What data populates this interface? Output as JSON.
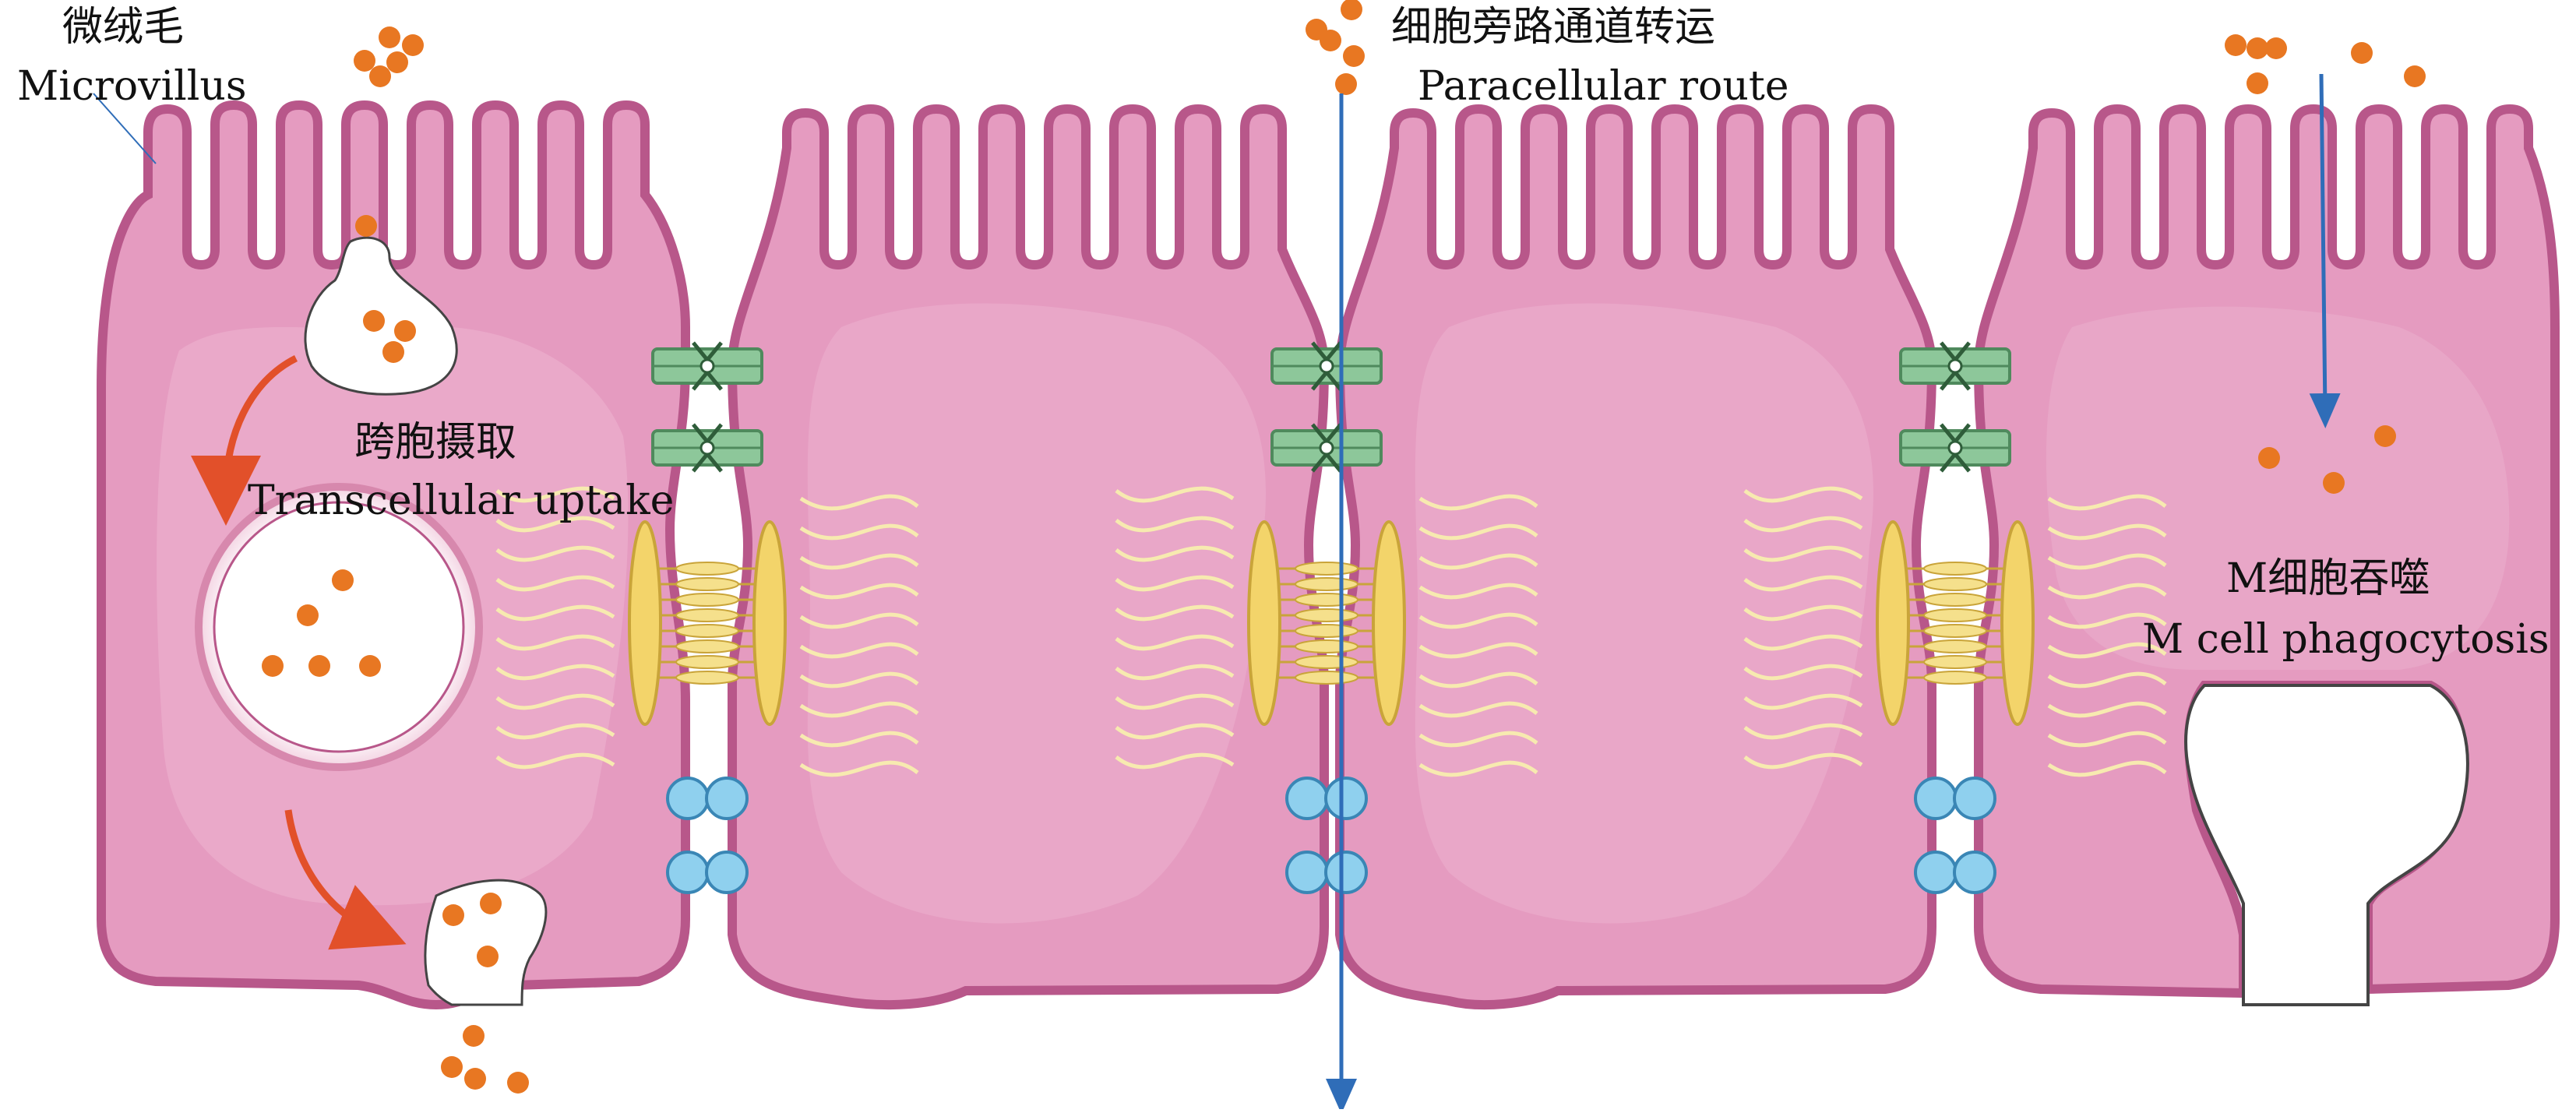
{
  "labels": {
    "microvillus_cn": "微绒毛",
    "microvillus_en": "Microvillus",
    "transcellular_cn": "跨胞摄取",
    "transcellular_en": "Transcellular uptake",
    "paracellular_cn": "细胞旁路通道转运",
    "paracellular_en": "Paracellular route",
    "mcell_cn": "M细胞吞噬",
    "mcell_en": "M cell phagocytosis"
  },
  "colors": {
    "cell_fill": "#e59bc0",
    "cell_outline": "#b8578a",
    "cell_inner_light": "#efbad4",
    "particle": "#e87722",
    "arrow_red": "#e2502a",
    "arrow_blue": "#2f6db8",
    "tight_junction": "#8dc79a",
    "desmosome_plaque": "#f3d46a",
    "gap_junction": "#8fd0ee",
    "filament": "#f7eab0"
  },
  "legend_icons": [
    "particle-dot",
    "tight-junction-icon",
    "desmosome-icon",
    "gap-junction-icon",
    "vesicle-icon"
  ]
}
